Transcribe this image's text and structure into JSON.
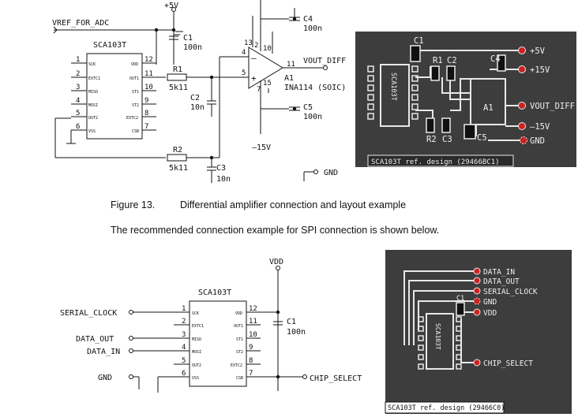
{
  "figure13": {
    "schematic": {
      "vref": "VREF_FOR_ADC",
      "plus5v": "+5V",
      "c1": "C1",
      "c1_val": "100n",
      "c4": "C4",
      "c4_val": "100n",
      "chip": "SCA103T",
      "pins_left": [
        "1",
        "2",
        "3",
        "4",
        "5",
        "6"
      ],
      "pins_right": [
        "12",
        "11",
        "10",
        "9",
        "8",
        "7"
      ],
      "pinnames_left": [
        "SCK",
        "EXTC1",
        "MISO",
        "MOSI",
        "OUT2",
        "VSS"
      ],
      "pinnames_right": [
        "VDD",
        "OUT1",
        "ST1",
        "ST2",
        "EXTC2",
        "CSB"
      ],
      "r1": "R1",
      "r1_val": "5k11",
      "r2": "R2",
      "r2_val": "5k11",
      "c2": "C2",
      "c2_val": "10n",
      "c3": "C3",
      "c3_val": "10n",
      "c5": "C5",
      "c5_val": "100n",
      "amp": "A1",
      "amp_part": "INA114 (SOIC)",
      "amp_pins": {
        "p13": "13",
        "p2": "2",
        "p10": "10",
        "p4": "4",
        "p5": "5",
        "p15": "15",
        "p7": "7",
        "p11": "11"
      },
      "minus": "–",
      "plus": "+",
      "vout": "VOUT_DIFF",
      "minus15": "–15V",
      "gnd": "GND"
    },
    "layout": {
      "c1": "C1",
      "r1": "R1",
      "c2": "C2",
      "c4": "C4",
      "a1": "A1",
      "r2": "R2",
      "c3": "C3",
      "c5": "C5",
      "chip": "SCA103T",
      "plus5v": "+5V",
      "plus15v": "+15V",
      "vout": "VOUT_DIFF",
      "minus15v": "–15V",
      "gnd": "GND",
      "ref": "SCA103T ref. design (29466BC1)"
    },
    "caption_num": "Figure 13.",
    "caption_text": "Differential amplifier connection and layout example"
  },
  "intro_text": "The recommended connection example for SPI connection is shown below.",
  "spi": {
    "schematic": {
      "vdd": "VDD",
      "chip": "SCA103T",
      "serial_clock": "SERIAL_CLOCK",
      "data_out": "DATA_OUT",
      "data_in": "DATA_IN",
      "gnd": "GND",
      "chip_select": "CHIP_SELECT",
      "c1": "C1",
      "c1_val": "100n",
      "pins_left": [
        "1",
        "2",
        "3",
        "4",
        "5",
        "6"
      ],
      "pins_right": [
        "12",
        "11",
        "10",
        "9",
        "8",
        "7"
      ],
      "pinnames_left": [
        "SCK",
        "EXTC1",
        "MISO",
        "MOSI",
        "OUT2",
        "VSS"
      ],
      "pinnames_right": [
        "VDD",
        "OUT1",
        "ST1",
        "ST2",
        "EXTC2",
        "CSB"
      ]
    },
    "layout": {
      "data_in": "DATA_IN",
      "data_out": "DATA_OUT",
      "serial_clock": "SERIAL_CLOCK",
      "gnd": "GND",
      "vdd": "VDD",
      "chip_select": "CHIP_SELECT",
      "c1": "C1",
      "chip": "SCA103T",
      "ref": "SCA103T ref. design (29466C0)"
    }
  },
  "colors": {
    "pcb_bg": "#3d3d3d",
    "pcb_trace": "#e8e8e8",
    "pad_red": "#cc2222",
    "ink": "#111111"
  }
}
